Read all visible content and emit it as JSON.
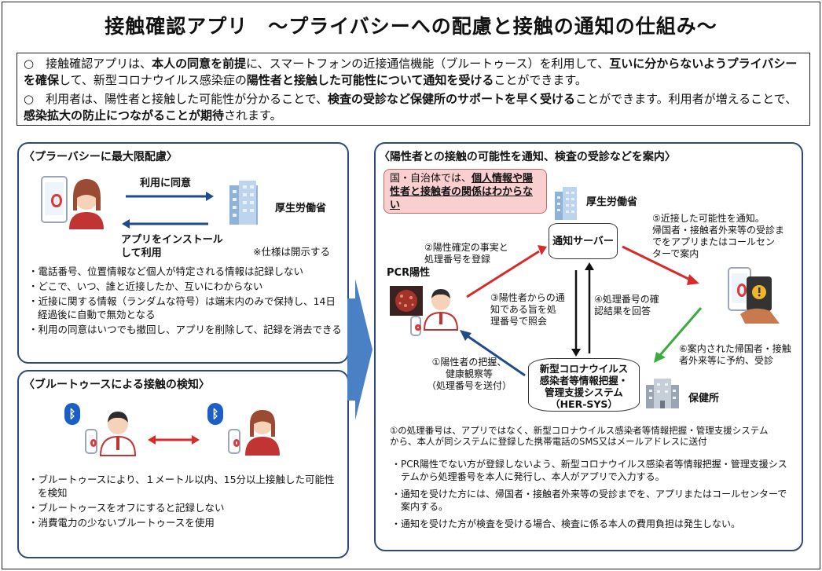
{
  "title": "接触確認アプリ　～プライバシーへの配慮と接触の通知の仕組み～",
  "intro": {
    "p1": {
      "prefix": "○　接触確認アプリは、",
      "b1": "本人の同意を前提",
      "m1": "に、スマートフォンの近接通信機能（ブルートゥース）を利用して、",
      "b2": "互いに分からないようプライバシーを確保",
      "m2": "して、新型コロナウイルス感染症の",
      "b3": "陽性者と接触した可能性について通知を受ける",
      "suffix": "ことができます。"
    },
    "p2": {
      "prefix": "○　利用者は、陽性者と接触した可能性が分かることで、",
      "b1": "検査の受診など保健所のサポートを早く受ける",
      "m1": "ことができます。利用者が増えることで、",
      "b2": "感染拡大の防止につながることが期待",
      "suffix": "されます。"
    }
  },
  "privacy": {
    "title": "〈プラーバシーに最大限配慮〉",
    "consent": "利用に同意",
    "install": "アプリをインストールして利用",
    "mhlw": "厚生労働省",
    "spec_note": "※仕様は開示する",
    "bullets": [
      "・電話番号、位置情報など個人が特定される情報は記録しない",
      "・どこで、いつ、誰と近接したか、互いにわからない",
      "・近接に関する情報（ランダムな符号）は端末内のみで保持し、14日経過後に自動で無効となる",
      "・利用の同意はいつでも撤回し、アプリを削除して、記録を消去できる"
    ]
  },
  "bluetooth": {
    "title": "〈ブルートゥースによる接触の検知〉",
    "bullets": [
      "・ブルートゥースにより、１メートル以内、15分以上接触した可能性を検知",
      "・ブルートゥースをオフにすると記録しない",
      "・消費電力の少ないブルートゥースを使用"
    ]
  },
  "notify": {
    "title": "〈陽性者との接触の可能性を通知、検査の受診などを案内〉",
    "pink_prefix": "国・自治体では、",
    "pink_highlight": "個人情報や陽性者と接触者の関係はわからない",
    "mhlw": "厚生労働省",
    "server": "通知サーバー",
    "pcr": "PCR陽性",
    "hersys": [
      "新型コロナウイルス",
      "感染者等情報把握・",
      "管理支援システム",
      "（HER-SYS）"
    ],
    "health_center": "保健所",
    "step1": [
      "①陽性者の把握、",
      "健康観察等",
      "（処理番号を送付）"
    ],
    "step2": [
      "②陽性確定の事実と",
      "処理番号を登録"
    ],
    "step3": [
      "③陽性者からの通",
      "知である旨を処",
      "理番号で照会"
    ],
    "step4": [
      "④処理番号の確",
      "認結果を回答"
    ],
    "step5": [
      "⑤近接した可能性を通知。",
      "帰国者・接触者外来等の受診ま",
      "でをアプリまたはコールセン",
      "ターで案内"
    ],
    "step6": [
      "⑥案内された帰国者・接触",
      "者外来等に予約、受診"
    ],
    "note": [
      "①の処理番号は、アプリではなく、新型コロナウイルス感染者等情報把握・管理支援システム",
      "から、本人が同システムに登録した携帯電話のSMS又はメールアドレスに送付"
    ],
    "bullets": [
      "・PCR陽性でない方が登録しないよう、新型コロナウイルス感染者等情報把握・管理支援システムから処理番号を本人に発行し、本人がアプリで入力する。",
      "・通知を受けた方には、帰国者・接触者外来等の受診までを、アプリまたはコールセンターで案内する。",
      "・通知を受けた方が検査を受ける場合、検査に係る本人の費用負担は発生しない。"
    ]
  }
}
